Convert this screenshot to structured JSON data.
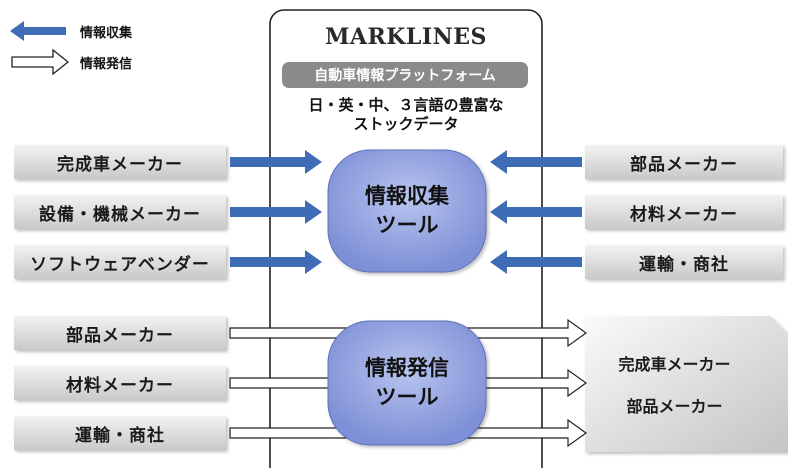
{
  "legend": {
    "collect_label": "情報収集",
    "send_label": "情報発信"
  },
  "platform": {
    "logo": "MARKLINES",
    "banner": "自動車情報プラットフォーム",
    "tagline_line1": "日・英・中、３言語の豊富な",
    "tagline_line2": "ストックデータ"
  },
  "collect_tool": {
    "line1": "情報収集",
    "line2": "ツール"
  },
  "send_tool": {
    "line1": "情報発信",
    "line2": "ツール"
  },
  "left_sources": [
    "完成車メーカー",
    "設備・機械メーカー",
    "ソフトウェアベンダー"
  ],
  "right_sources": [
    "部品メーカー",
    "材料メーカー",
    "運輸・商社"
  ],
  "senders": [
    "部品メーカー",
    "材料メーカー",
    "運輸・商社"
  ],
  "targets": [
    "完成車メーカー",
    "部品メーカー"
  ],
  "colors": {
    "collect_arrow": "#3f6db5",
    "tool_fill": "#8e9edc",
    "box_fill": "#e2e2e2"
  }
}
